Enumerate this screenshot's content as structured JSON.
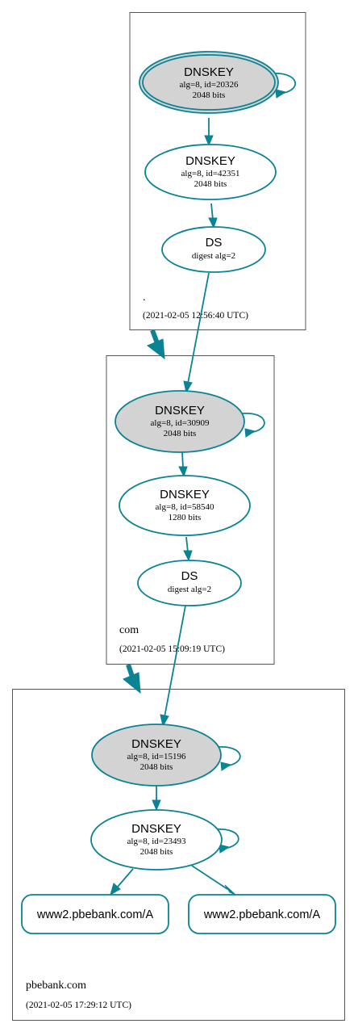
{
  "colors": {
    "edge": "#0a8394",
    "sep_fill": "#d3d3d3",
    "box": "#555555"
  },
  "zones": {
    "root": {
      "name": ".",
      "timestamp": "(2021-02-05 12:56:40 UTC)"
    },
    "com": {
      "name": "com",
      "timestamp": "(2021-02-05 15:09:19 UTC)"
    },
    "pbebank": {
      "name": "pbebank.com",
      "timestamp": "(2021-02-05 17:29:12 UTC)"
    }
  },
  "nodes": {
    "root_ksk": {
      "title": "DNSKEY",
      "line1": "alg=8, id=20326",
      "line2": "2048 bits"
    },
    "root_zsk": {
      "title": "DNSKEY",
      "line1": "alg=8, id=42351",
      "line2": "2048 bits"
    },
    "root_ds": {
      "title": "DS",
      "line1": "digest alg=2"
    },
    "com_ksk": {
      "title": "DNSKEY",
      "line1": "alg=8, id=30909",
      "line2": "2048 bits"
    },
    "com_zsk": {
      "title": "DNSKEY",
      "line1": "alg=8, id=58540",
      "line2": "1280 bits"
    },
    "com_ds": {
      "title": "DS",
      "line1": "digest alg=2"
    },
    "pbe_ksk": {
      "title": "DNSKEY",
      "line1": "alg=8, id=15196",
      "line2": "2048 bits"
    },
    "pbe_zsk": {
      "title": "DNSKEY",
      "line1": "alg=8, id=23493",
      "line2": "2048 bits"
    },
    "rr_left": {
      "label": "www2.pbebank.com/A"
    },
    "rr_right": {
      "label": "www2.pbebank.com/A"
    }
  }
}
